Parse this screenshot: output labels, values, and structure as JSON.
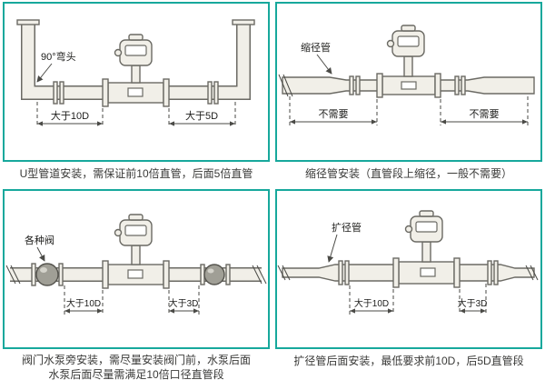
{
  "accent_color": "#17a89c",
  "line_color": "#6b6a64",
  "panels": [
    {
      "name": "u-pipe-installation",
      "callout": "90°弯头",
      "dim_left": "大于10D",
      "dim_right": "大于5D",
      "caption": "U型管道安装，需保证前10倍直管，后面5倍直管"
    },
    {
      "name": "reducer-installation",
      "callout": "缩径管",
      "dim_left": "不需要",
      "dim_right": "不需要",
      "caption": "缩径管安装（直管段上缩径，一般不需要）"
    },
    {
      "name": "valve-pump-installation",
      "callout": "各种阀",
      "dim_left": "大于10D",
      "dim_right": "大于3D",
      "caption_line1": "阀门水泵旁安装，需尽量安装阀门前，水泵后面",
      "caption_line2": "水泵后面尽量需满足10倍口径直管段"
    },
    {
      "name": "expander-installation",
      "callout": "扩径管",
      "dim_left": "大于10D",
      "dim_right": "大于3D",
      "caption": "扩径管后面安装，最低要求前10D，后5D直管段"
    }
  ]
}
